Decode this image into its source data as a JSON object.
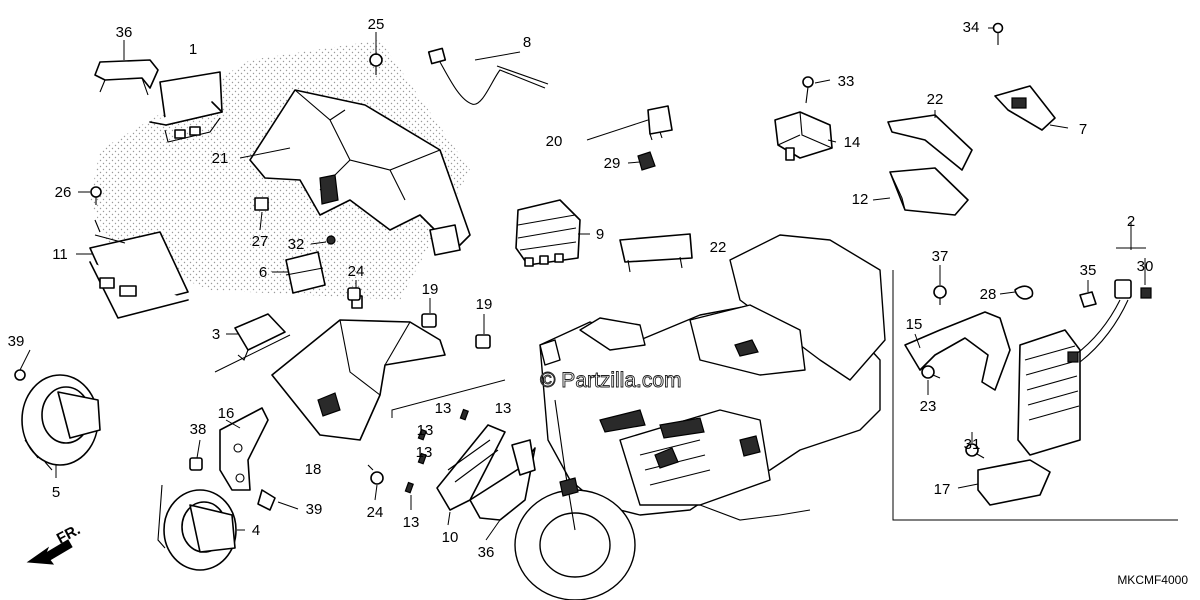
{
  "diagram": {
    "part_numbers": [
      "1",
      "2",
      "3",
      "4",
      "5",
      "6",
      "7",
      "8",
      "9",
      "10",
      "11",
      "12",
      "13",
      "14",
      "15",
      "16",
      "17",
      "18",
      "19",
      "20",
      "21",
      "22",
      "23",
      "24",
      "25",
      "26",
      "27",
      "28",
      "29",
      "30",
      "31",
      "32",
      "33",
      "34",
      "35",
      "36",
      "37",
      "38",
      "39"
    ],
    "direction_label": "FR.",
    "watermark": "© Partzilla.com",
    "figure_code": "MKCMF4000"
  }
}
